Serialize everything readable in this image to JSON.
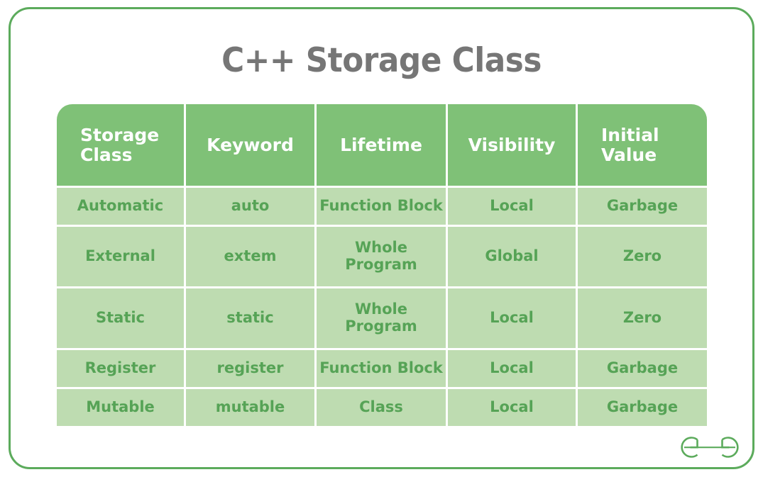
{
  "page": {
    "title": "C++ Storage Class",
    "border_color": "#5cab5c",
    "title_color": "#767676",
    "header_bg": "#7fc177",
    "header_text_color": "#ffffff",
    "body_bg": "#bedcb1",
    "body_text_color": "#56a356",
    "background": "#ffffff"
  },
  "table": {
    "columns": [
      {
        "label": "Storage\nClass",
        "line1": "Storage",
        "line2": "Class",
        "two_line": true
      },
      {
        "label": "Keyword",
        "line1": "Keyword",
        "line2": "",
        "two_line": false
      },
      {
        "label": "Lifetime",
        "line1": "Lifetime",
        "line2": "",
        "two_line": false
      },
      {
        "label": "Visibility",
        "line1": "Visibility",
        "line2": "",
        "two_line": false
      },
      {
        "label": "Initial\nValue",
        "line1": "Initial",
        "line2": "Value",
        "two_line": true
      }
    ],
    "rows": [
      {
        "storage_class": "Automatic",
        "keyword": "auto",
        "lifetime_line1": "Function Block",
        "lifetime_line2": "",
        "visibility": "Local",
        "initial_value": "Garbage",
        "height": "short"
      },
      {
        "storage_class": "External",
        "keyword": "extem",
        "lifetime_line1": "Whole",
        "lifetime_line2": "Program",
        "visibility": "Global",
        "initial_value": "Zero",
        "height": "tall"
      },
      {
        "storage_class": "Static",
        "keyword": "static",
        "lifetime_line1": "Whole",
        "lifetime_line2": "Program",
        "visibility": "Local",
        "initial_value": "Zero",
        "height": "tall"
      },
      {
        "storage_class": "Register",
        "keyword": "register",
        "lifetime_line1": "Function Block",
        "lifetime_line2": "",
        "visibility": "Local",
        "initial_value": "Garbage",
        "height": "short"
      },
      {
        "storage_class": "Mutable",
        "keyword": "mutable",
        "lifetime_line1": "Class",
        "lifetime_line2": "",
        "visibility": "Local",
        "initial_value": "Garbage",
        "height": "short"
      }
    ]
  },
  "logo": {
    "name": "geeksforgeeks-logo",
    "text": "GG",
    "color": "#5cab5c"
  }
}
